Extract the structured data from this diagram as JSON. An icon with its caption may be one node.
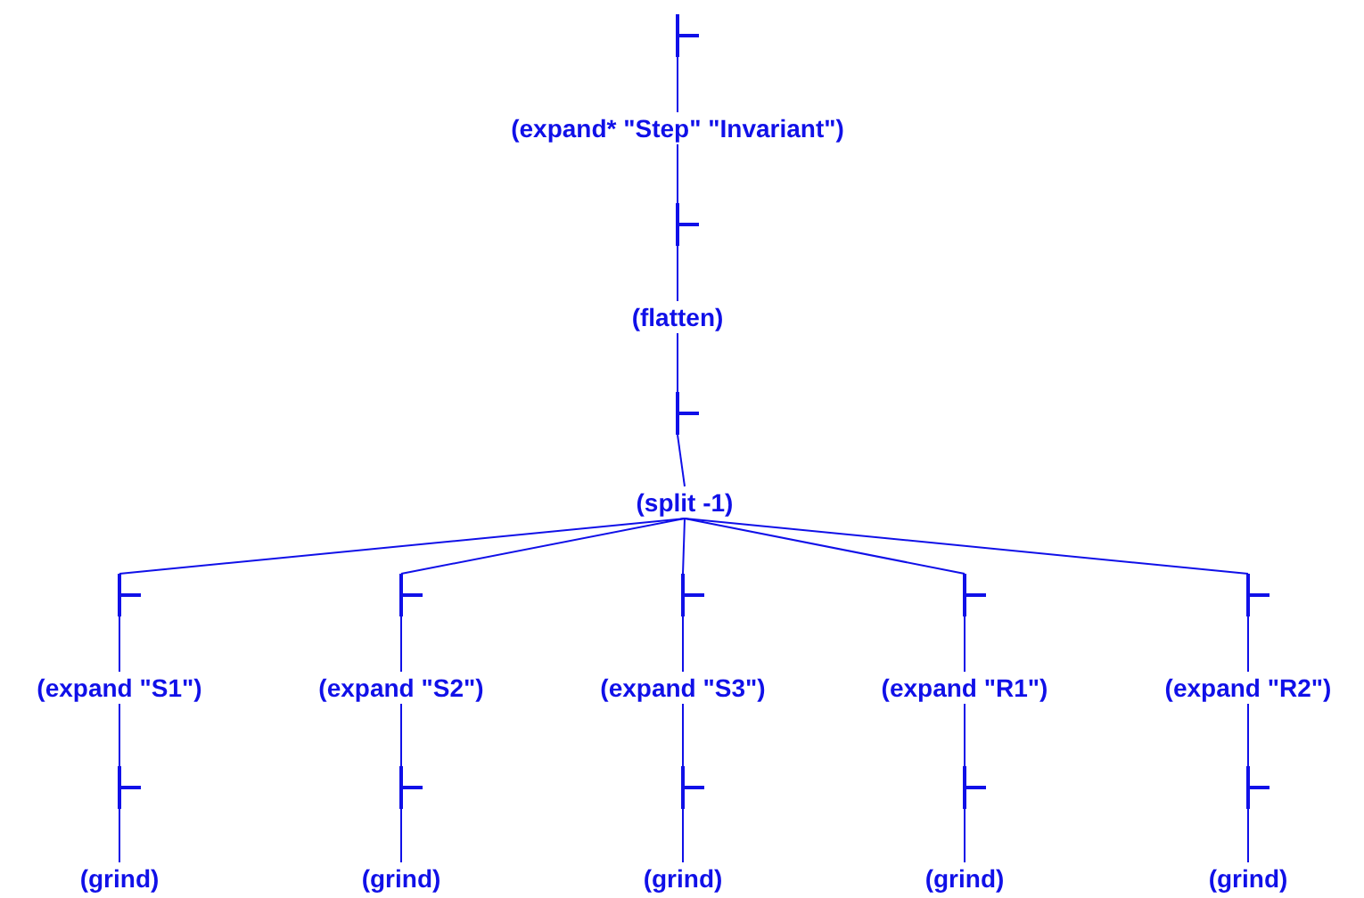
{
  "diagram": {
    "nodes": [
      {
        "text": [],
        "shape": "turnstile"
      },
      {
        "text": [
          "(expand* \"Step\" \"Invariant\")"
        ]
      },
      {
        "text": [],
        "shape": "turnstile"
      },
      {
        "text": [
          "(flatten)"
        ]
      },
      {
        "text": [],
        "shape": "turnstile"
      },
      {
        "text": [
          "(split -1)"
        ]
      },
      {
        "text": [],
        "shape": "turnstile"
      },
      {
        "text": [],
        "shape": "turnstile"
      },
      {
        "text": [],
        "shape": "turnstile"
      },
      {
        "text": [],
        "shape": "turnstile"
      },
      {
        "text": [],
        "shape": "turnstile"
      },
      {
        "text": [
          "(expand \"S1\")"
        ]
      },
      {
        "text": [
          "(expand \"S2\")"
        ]
      },
      {
        "text": [
          "(expand \"S3\")"
        ]
      },
      {
        "text": [
          "(expand \"R1\")"
        ]
      },
      {
        "text": [
          "(expand \"R2\")"
        ]
      },
      {
        "text": [],
        "shape": "turnstile"
      },
      {
        "text": [],
        "shape": "turnstile"
      },
      {
        "text": [],
        "shape": "turnstile"
      },
      {
        "text": [],
        "shape": "turnstile"
      },
      {
        "text": [],
        "shape": "turnstile"
      },
      {
        "text": [
          "(grind)"
        ]
      },
      {
        "text": [
          "(grind)"
        ]
      },
      {
        "text": [
          "(grind)"
        ]
      },
      {
        "text": [
          "(grind)"
        ]
      },
      {
        "text": [
          "(grind)"
        ]
      }
    ],
    "edges": [
      {
        "from": 0,
        "to": 1,
        "arrow": "none"
      },
      {
        "from": 1,
        "to": 2,
        "arrow": "none"
      },
      {
        "from": 2,
        "to": 3,
        "arrow": "none"
      },
      {
        "from": 3,
        "to": 4,
        "arrow": "none"
      },
      {
        "from": 4,
        "to": 5,
        "arrow": "none"
      },
      {
        "from": 5,
        "to": 6,
        "arrow": "none"
      },
      {
        "from": 5,
        "to": 7,
        "arrow": "none"
      },
      {
        "from": 5,
        "to": 8,
        "arrow": "none"
      },
      {
        "from": 5,
        "to": 9,
        "arrow": "none"
      },
      {
        "from": 5,
        "to": 10,
        "arrow": "none"
      },
      {
        "from": 6,
        "to": 11,
        "arrow": "none"
      },
      {
        "from": 7,
        "to": 12,
        "arrow": "none"
      },
      {
        "from": 8,
        "to": 13,
        "arrow": "none"
      },
      {
        "from": 9,
        "to": 14,
        "arrow": "none"
      },
      {
        "from": 10,
        "to": 15,
        "arrow": "none"
      },
      {
        "from": 11,
        "to": 16,
        "arrow": "none"
      },
      {
        "from": 12,
        "to": 17,
        "arrow": "none"
      },
      {
        "from": 13,
        "to": 18,
        "arrow": "none"
      },
      {
        "from": 14,
        "to": 19,
        "arrow": "none"
      },
      {
        "from": 15,
        "to": 20,
        "arrow": "none"
      },
      {
        "from": 16,
        "to": 21,
        "arrow": "none"
      },
      {
        "from": 17,
        "to": 22,
        "arrow": "none"
      },
      {
        "from": 18,
        "to": 23,
        "arrow": "none"
      },
      {
        "from": 19,
        "to": 24,
        "arrow": "none"
      },
      {
        "from": 20,
        "to": 25,
        "arrow": "none"
      }
    ]
  }
}
